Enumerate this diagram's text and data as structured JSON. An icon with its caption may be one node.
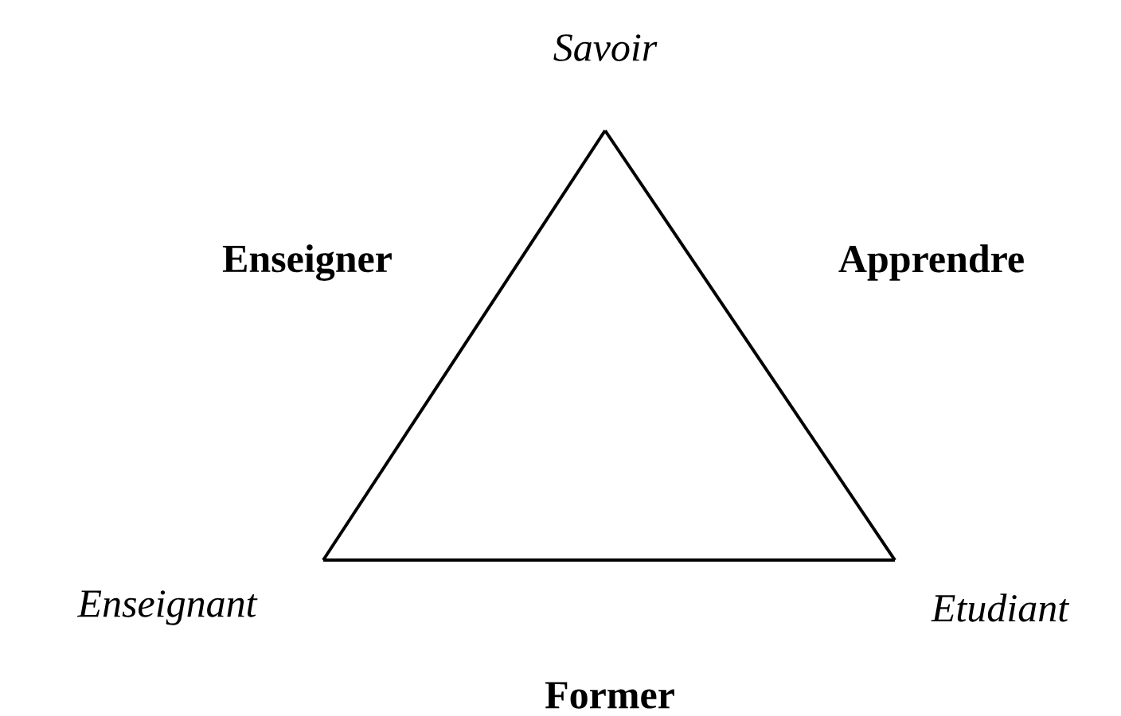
{
  "diagram": {
    "nodes": [
      {
        "text": [
          "Savoir"
        ]
      },
      {
        "text": [
          "Enseignant"
        ]
      },
      {
        "text": [
          "Etudiant"
        ]
      }
    ],
    "edges": [
      {
        "from": 1,
        "to": 0,
        "arrow": "none",
        "label": "Enseigner"
      },
      {
        "from": 0,
        "to": 2,
        "arrow": "none",
        "label": "Apprendre"
      },
      {
        "from": 1,
        "to": 2,
        "arrow": "none",
        "label": "Former"
      }
    ]
  }
}
